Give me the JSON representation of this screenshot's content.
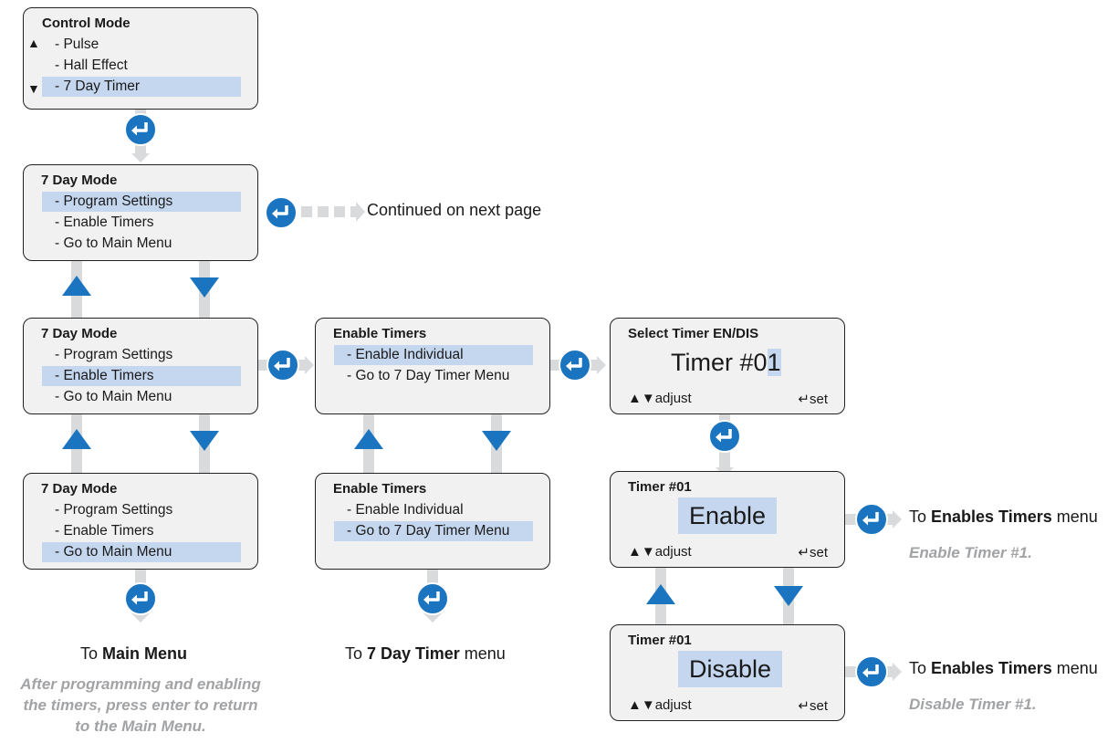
{
  "screens": {
    "control_mode": {
      "title": "Control Mode",
      "items": [
        "- Pulse",
        "- Hall Effect",
        "- 7 Day Timer"
      ]
    },
    "day_mode_1": {
      "title": "7 Day Mode",
      "items": [
        "- Program Settings",
        "- Enable Timers",
        "- Go to Main Menu"
      ]
    },
    "day_mode_2": {
      "title": "7 Day Mode",
      "items": [
        "- Program Settings",
        "- Enable Timers",
        "- Go to Main Menu"
      ]
    },
    "day_mode_3": {
      "title": "7 Day Mode",
      "items": [
        "- Program Settings",
        "- Enable Timers",
        "- Go to Main Menu"
      ]
    },
    "enable_timers_1": {
      "title": "Enable Timers",
      "items": [
        "- Enable Individual",
        "- Go to 7 Day Timer Menu"
      ]
    },
    "enable_timers_2": {
      "title": "Enable Timers",
      "items": [
        "- Enable Individual",
        "- Go to 7 Day Timer Menu"
      ]
    },
    "select_timer": {
      "title": "Select Timer EN/DIS",
      "value_prefix": "Timer #0",
      "value_digit": "1",
      "adjust": "▲▼adjust",
      "set": "↵set"
    },
    "timer_enable": {
      "title": "Timer #01",
      "value": "Enable",
      "adjust": "▲▼adjust",
      "set": "↵set"
    },
    "timer_disable": {
      "title": "Timer #01",
      "value": "Disable",
      "adjust": "▲▼adjust",
      "set": "↵set"
    }
  },
  "labels": {
    "continued": "Continued on next page",
    "to_main_pre": "To ",
    "to_main_bold": "Main Menu",
    "to_7day_pre": "To ",
    "to_7day_bold": "7 Day Timer",
    "to_7day_post": " menu",
    "to_enable_pre": "To ",
    "to_enable_bold": "Enables Timers",
    "to_enable_post": " menu",
    "to_disable_pre": "To ",
    "to_disable_bold": "Enables Timers",
    "to_disable_post": " menu"
  },
  "notes": {
    "main_line1": "After programming and enabling",
    "main_line2": "the timers, press enter to return",
    "main_line3_pre": "to the ",
    "main_line3_em": "Main Menu.",
    "enable": "Enable Timer #1.",
    "disable": "Disable Timer #1."
  },
  "colors": {
    "highlight": "#c5d7ef",
    "enter_button": "#1a74bf",
    "nav_arrow": "#1a74bf",
    "connector": "#d9dadb",
    "note_text": "#a2a3a5"
  },
  "icons": {
    "enter": "enter-icon",
    "up": "up-arrow-icon",
    "down": "down-arrow-icon"
  }
}
